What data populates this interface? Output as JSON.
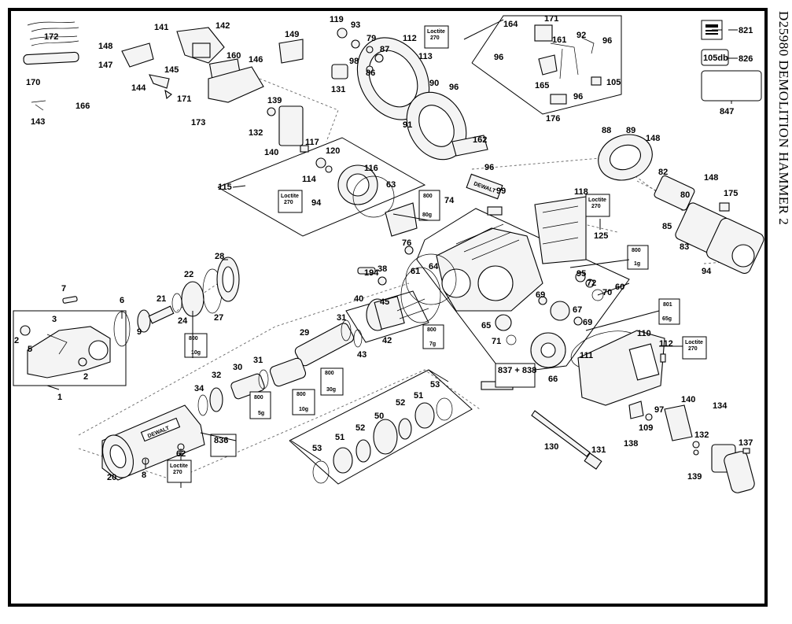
{
  "title": "D25980   DEMOLITION HAMMER 2",
  "labels": {
    "p1": "1",
    "p2a": "2",
    "p2b": "2",
    "p3": "3",
    "p5": "5",
    "p6": "6",
    "p7": "7",
    "p8": "8",
    "p9": "9",
    "p20": "20",
    "p21": "21",
    "p22": "22",
    "p24": "24",
    "p27": "27",
    "p28": "28",
    "p29": "29",
    "p30": "30",
    "p31a": "31",
    "p31b": "31",
    "p32": "32",
    "p34": "34",
    "p38": "38",
    "p40": "40",
    "p42": "42",
    "p43": "43",
    "p45": "45",
    "p50": "50",
    "p51a": "51",
    "p51b": "51",
    "p52a": "52",
    "p52b": "52",
    "p53a": "53",
    "p53b": "53",
    "p60": "60",
    "p61": "61",
    "p62": "62",
    "p63": "63",
    "p64": "64",
    "p65": "65",
    "p66": "66",
    "p67": "67",
    "p69a": "69",
    "p69b": "69",
    "p70": "70",
    "p71": "71",
    "p72": "72",
    "p74": "74",
    "p76": "76",
    "p79": "79",
    "p80": "80",
    "p82": "82",
    "p83": "83",
    "p85": "85",
    "p86": "86",
    "p87": "87",
    "p88": "88",
    "p89": "89",
    "p90": "90",
    "p91": "91",
    "p92": "92",
    "p93": "93",
    "p94a": "94",
    "p94b": "94",
    "p95": "95",
    "p96a": "96",
    "p96b": "96",
    "p96c": "96",
    "p96d": "96",
    "p96e": "96",
    "p97": "97",
    "p98": "98",
    "p99": "99",
    "p105": "105",
    "p109": "109",
    "p110": "110",
    "p111": "111",
    "p112a": "112",
    "p112b": "112",
    "p113": "113",
    "p114": "114",
    "p115": "115",
    "p116": "116",
    "p117": "117",
    "p118": "118",
    "p119": "119",
    "p120": "120",
    "p125": "125",
    "p130": "130",
    "p131a": "131",
    "p131b": "131",
    "p132a": "132",
    "p132b": "132",
    "p134": "134",
    "p137": "137",
    "p138": "138",
    "p139a": "139",
    "p139b": "139",
    "p140a": "140",
    "p140b": "140",
    "p141": "141",
    "p142": "142",
    "p143": "143",
    "p144": "144",
    "p145": "145",
    "p146": "146",
    "p147": "147",
    "p148a": "148",
    "p148b": "148",
    "p148c": "148",
    "p149": "149",
    "p160": "160",
    "p161": "161",
    "p162": "162",
    "p164": "164",
    "p165": "165",
    "p166": "166",
    "p170": "170",
    "p171a": "171",
    "p171b": "171",
    "p172": "172",
    "p173": "173",
    "p175": "175",
    "p176": "176",
    "p194": "194",
    "p821": "821",
    "p826": "826",
    "p847": "847",
    "p836": "836",
    "p83738": "837 + 838"
  },
  "notes": {
    "loctite": "Loctite",
    "loctite_num": "270",
    "n800": "800",
    "g80": "80g",
    "g1": "1g",
    "g65": "65g",
    "g10a": "10g",
    "g10b": "10g",
    "g7": "7g",
    "g30": "30g",
    "g5": "5g",
    "n801": "801",
    "db": "105db",
    "brand": "DEWALT"
  }
}
